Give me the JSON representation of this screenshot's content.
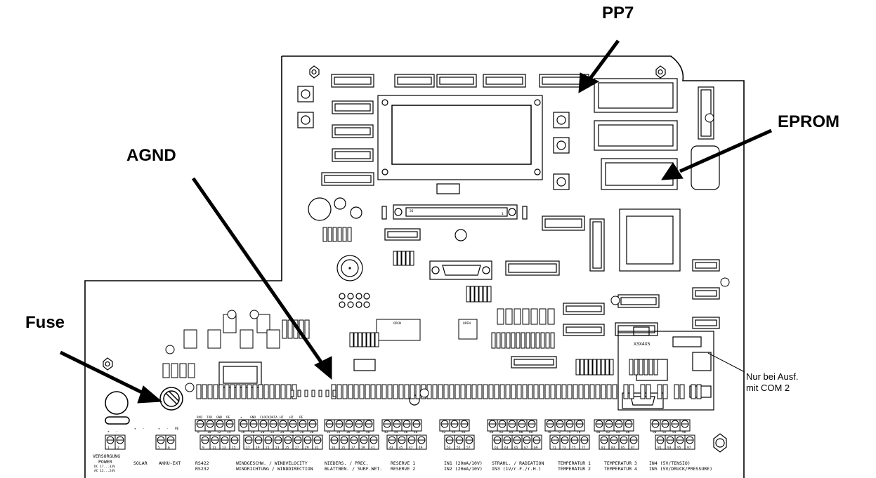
{
  "callouts": {
    "pp7": "PP7",
    "eprom": "EPROM",
    "agnd": "AGND",
    "fuse": "Fuse"
  },
  "note": {
    "line1": "Nur bei Ausf.",
    "line2": "mit COM 2"
  },
  "board_marks": {
    "x3x4x5": "X3X4X5",
    "dip_open_1": "OPEN",
    "dip_open_2": "OPEN"
  },
  "terminals": [
    {
      "id": "power",
      "top": "VERSORGUNG",
      "mid": "POWER",
      "l1": "DC 17...33V",
      "l2": "AC 12...24V",
      "pins": [
        "1",
        "2"
      ],
      "pol": [
        "+",
        "-"
      ]
    },
    {
      "id": "solar",
      "top": "SOLAR",
      "pins": [],
      "pol": [
        "+",
        "-"
      ]
    },
    {
      "id": "akku",
      "top": "AKKU-EXT",
      "pins": [
        "5",
        "6"
      ],
      "pol": [
        "+",
        "-",
        "PE"
      ]
    },
    {
      "id": "rs",
      "top": "RS422",
      "mid": "RS232",
      "pins": [
        "8",
        "10",
        "12",
        "14",
        "9",
        "11",
        "13",
        "15"
      ],
      "sig": [
        "RXD",
        "TXD",
        "GND",
        "PE"
      ]
    },
    {
      "id": "wind",
      "top": "WINDGESCHW. / WINDVELOCITY",
      "mid": "WINDRICHTUNG / WINDDIRECTION",
      "pins": [
        "16",
        "18",
        "20",
        "22",
        "24",
        "26",
        "28",
        "30",
        "17",
        "19",
        "21",
        "23",
        "25",
        "27",
        "29",
        "31"
      ],
      "sig": [
        "+",
        "GND",
        "CLOCK",
        "DATA",
        "HZ",
        "HZ",
        "PE"
      ]
    },
    {
      "id": "prec",
      "top": "NIEDERS. / PREC.",
      "mid": "BLATTBEN. / SURF.WET.",
      "pins": [
        "32",
        "34",
        "36",
        "38",
        "40",
        "33",
        "35",
        "37",
        "39",
        "41"
      ]
    },
    {
      "id": "res",
      "top": "RESERVE 1",
      "mid": "RESERVE 2",
      "pins": [
        "42",
        "44",
        "46",
        "48",
        "43",
        "45",
        "47",
        "49"
      ]
    },
    {
      "id": "in12",
      "top": "IN1 (20mA/10V)",
      "mid": "IN2 (20mA/10V)",
      "pins": [
        "52",
        "54",
        "56",
        "53",
        "55",
        "57"
      ]
    },
    {
      "id": "rad",
      "top": "STRAHL. / RADIATION",
      "mid": "IN3 (1V/r.F./r.H.)",
      "pins": [
        "60",
        "62",
        "64",
        "66",
        "68",
        "61",
        "63",
        "65",
        "67",
        "69"
      ]
    },
    {
      "id": "t12",
      "top": "TEMPERATUR 1",
      "mid": "TEMPERATUR 2",
      "pins": [
        "70",
        "72",
        "74",
        "76",
        "71",
        "73",
        "75",
        "77"
      ]
    },
    {
      "id": "t34",
      "top": "TEMPERATUR 3",
      "mid": "TEMPERATUR 4",
      "pins": [
        "80",
        "82",
        "84",
        "86",
        "81",
        "83",
        "85",
        "87"
      ]
    },
    {
      "id": "in45",
      "top": "IN4 (5V/TENSIO)",
      "mid": "IN5 (5V/DRUCK/PRESSURE)",
      "pins": [
        "90",
        "92",
        "94",
        "96",
        "91",
        "93",
        "95",
        "97"
      ]
    }
  ],
  "numbers": {
    "conn_36": "36",
    "conn_1": "1"
  }
}
